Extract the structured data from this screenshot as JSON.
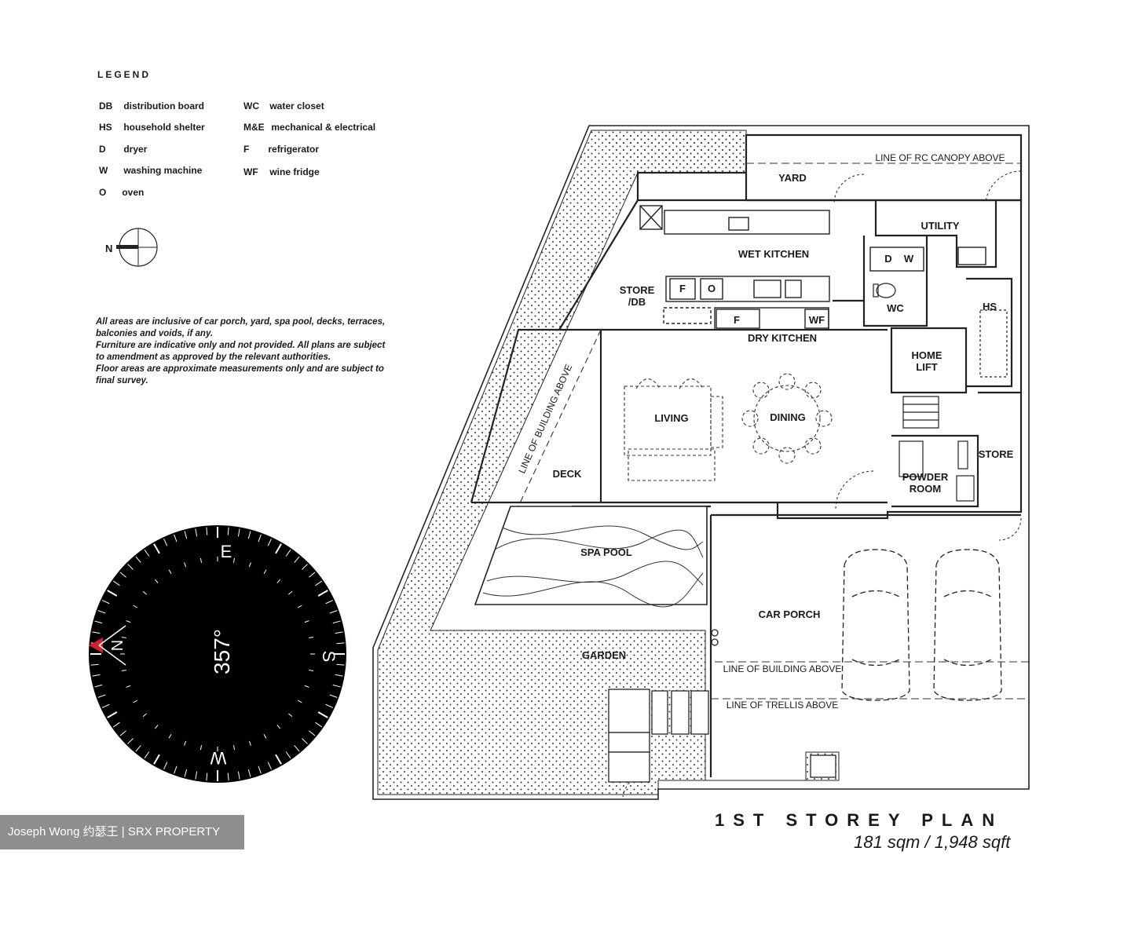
{
  "legend": {
    "title": "LEGEND",
    "items": [
      {
        "code": "DB",
        "label": "distribution board"
      },
      {
        "code": "HS",
        "label": "household shelter"
      },
      {
        "code": "D",
        "label": "dryer"
      },
      {
        "code": "W",
        "label": "washing machine"
      },
      {
        "code": "O",
        "label": "oven"
      },
      {
        "code": "WC",
        "label": "water closet"
      },
      {
        "code": "M&E",
        "label": "mechanical & electrical"
      },
      {
        "code": "F",
        "label": "refrigerator"
      },
      {
        "code": "WF",
        "label": "wine fridge"
      }
    ]
  },
  "north_marker": "N",
  "notes": [
    "All areas are inclusive of car porch, yard, spa pool, decks, terraces,",
    "balconies and voids, if any.",
    "Furniture are indicative only and not provided. All plans are subject",
    "to amendment as approved by the relevant authorities.",
    "Floor areas are approximate measurements only and are subject to",
    "final survey."
  ],
  "compass": {
    "heading": "357°",
    "cardinals": {
      "e": "E",
      "s": "S",
      "w": "W",
      "n": "N"
    },
    "accent_color": "#d0202a"
  },
  "watermark": "Joseph Wong 约瑟王 | SRX PROPERTY",
  "plan": {
    "title": "1ST STOREY PLAN",
    "area": "181 sqm / 1,948 sqft",
    "rooms": {
      "yard": "YARD",
      "canopy": "LINE OF RC CANOPY ABOVE",
      "utility": "UTILITY",
      "wet_kitchen": "WET KITCHEN",
      "store_db_1": "STORE",
      "store_db_2": "/DB",
      "dry_kitchen": "DRY KITCHEN",
      "wc": "WC",
      "hs": "HS",
      "home_lift_1": "HOME",
      "home_lift_2": "LIFT",
      "living": "LIVING",
      "dining": "DINING",
      "store": "STORE",
      "powder_1": "POWDER",
      "powder_2": "ROOM",
      "deck": "DECK",
      "line_building_diag": "LINE OF BUILDING ABOVE",
      "spa_pool": "SPA POOL",
      "car_porch": "CAR PORCH",
      "garden": "GARDEN",
      "line_building": "LINE OF BUILDING ABOVE",
      "line_trellis": "LINE OF TRELLIS ABOVE"
    },
    "appliances": {
      "d": "D",
      "w": "W",
      "f1": "F",
      "o": "O",
      "f2": "F",
      "wf": "WF"
    }
  }
}
